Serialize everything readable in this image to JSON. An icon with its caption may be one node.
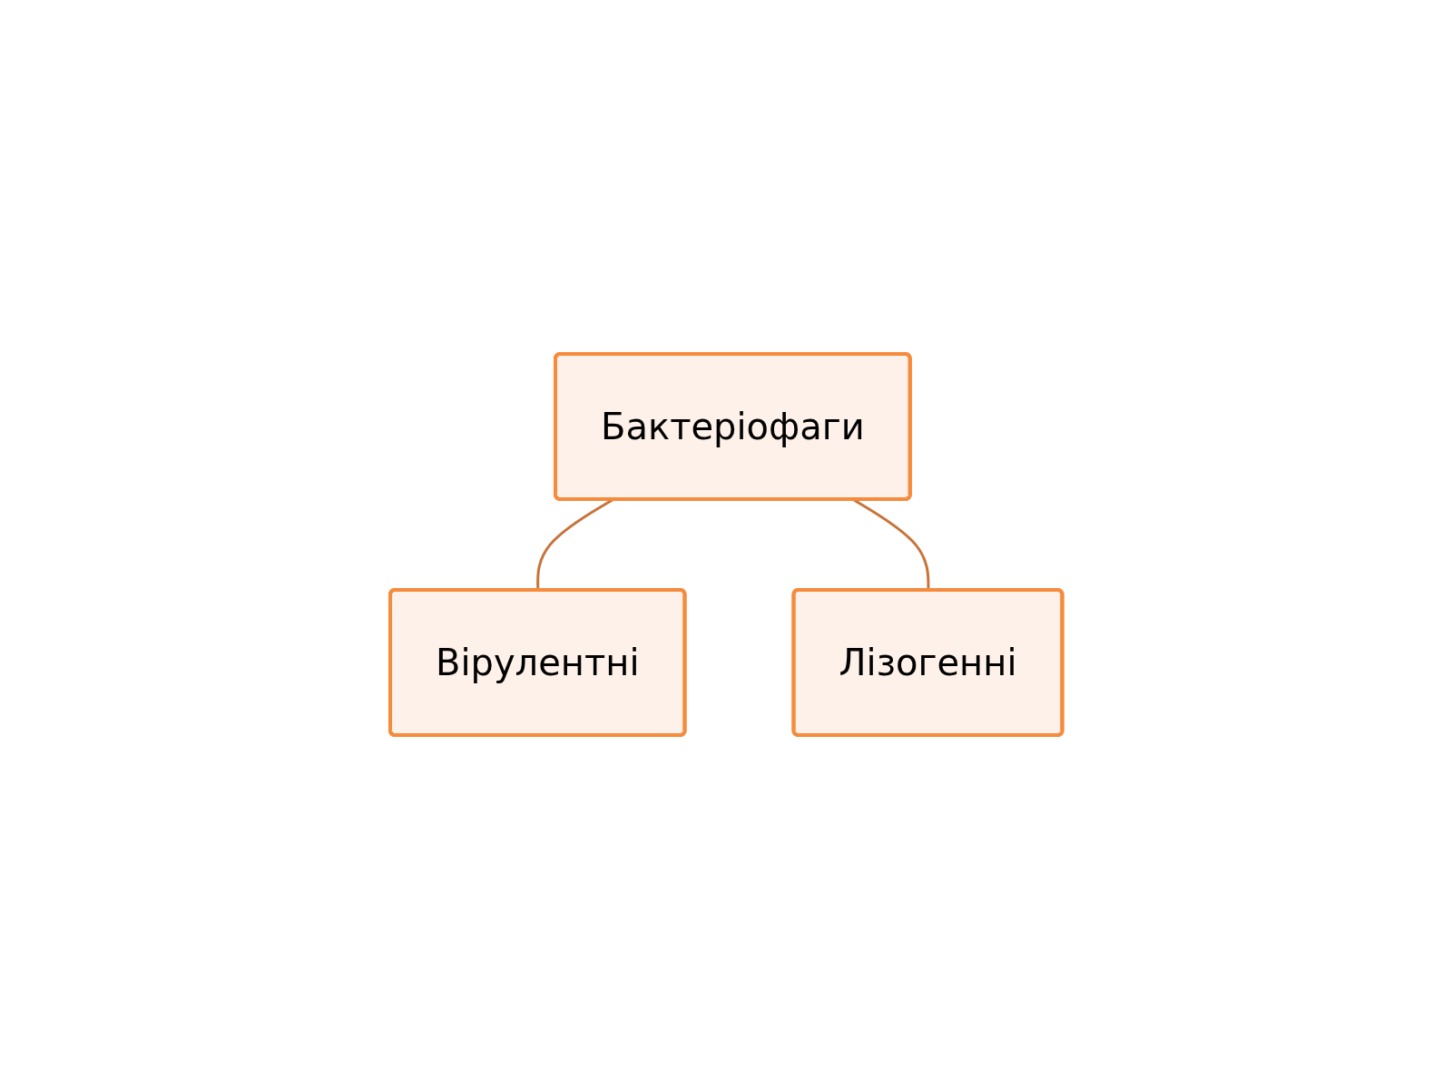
{
  "diagram": {
    "nodes": [
      {
        "text": [
          "Бактеріофаги"
        ]
      },
      {
        "text": [
          "Вірулентні"
        ]
      },
      {
        "text": [
          "Лізогенні"
        ]
      }
    ],
    "edges": [
      {
        "from": 0,
        "to": 1,
        "arrow": "none"
      },
      {
        "from": 0,
        "to": 2,
        "arrow": "none"
      }
    ]
  }
}
